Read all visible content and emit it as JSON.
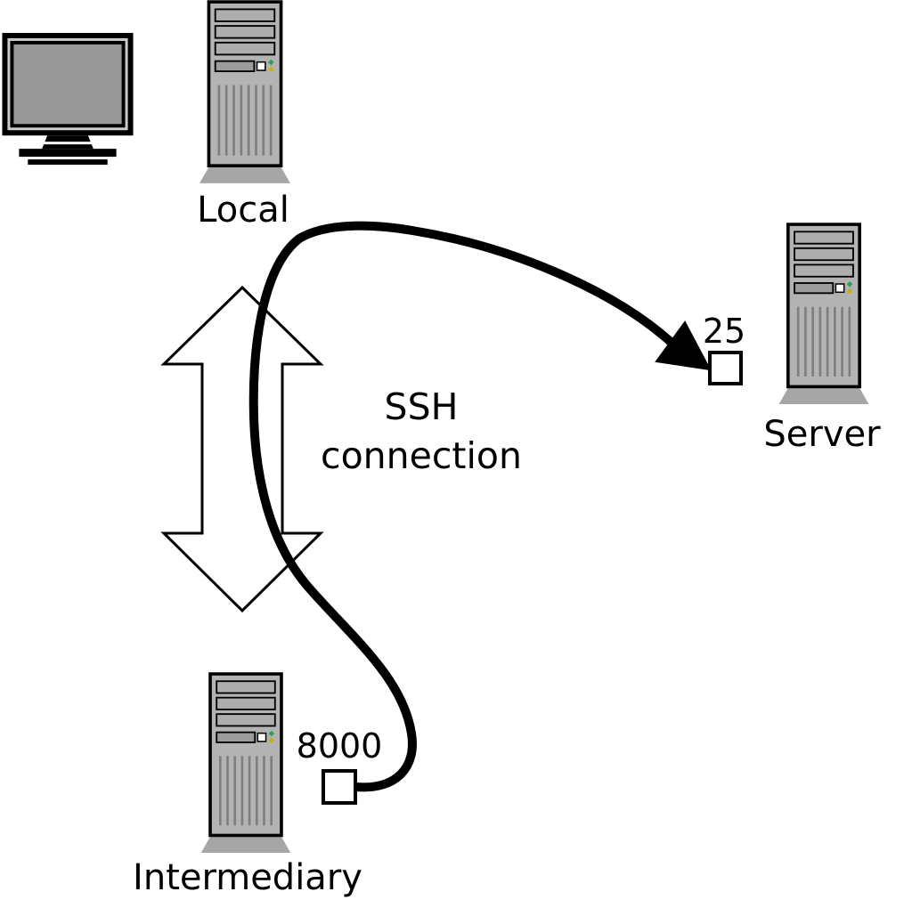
{
  "diagram": {
    "nodes": {
      "local": {
        "label": "Local"
      },
      "server": {
        "label": "Server",
        "port_label": "25"
      },
      "intermediary": {
        "label": "Intermediary",
        "port_label": "8000"
      }
    },
    "connection_label": "SSH connection",
    "colors": {
      "outline": "#000000",
      "tower_body": "#b3b3b3",
      "tower_base": "#a6a6a6",
      "bay_fill": "#adadad",
      "screen_fill": "#999999",
      "port_box_fill": "#ffffff",
      "double_arrow_fill": "#ffffff",
      "tunnel_stroke": "#000000",
      "led_green": "#2ca05a",
      "led_amber": "#c8b400"
    }
  }
}
